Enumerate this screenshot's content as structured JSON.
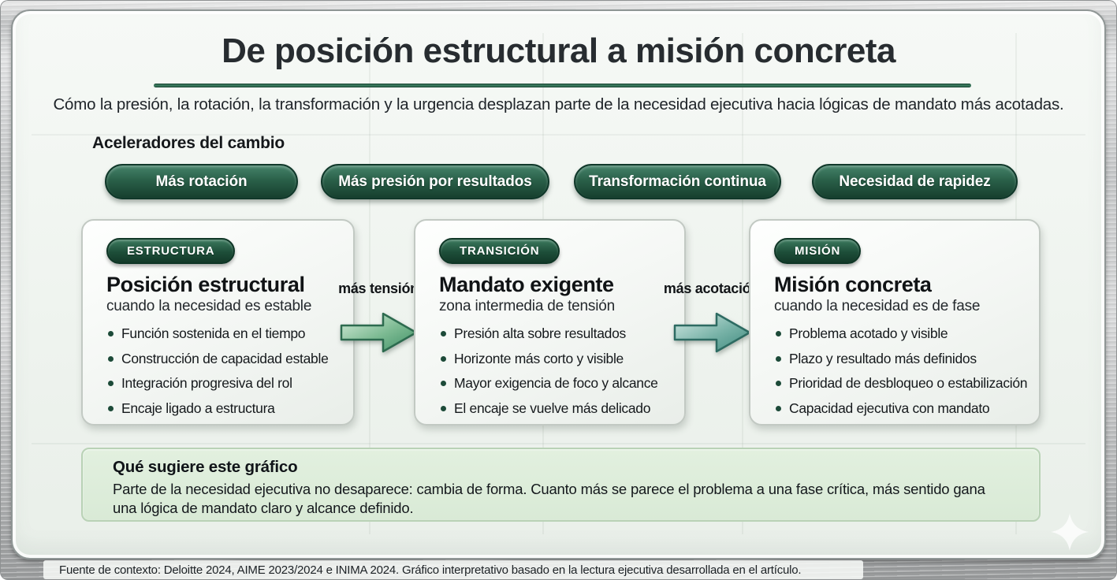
{
  "header": {
    "title": "De posición estructural a misión concreta",
    "subtitle": "Cómo la presión, la rotación, la transformación y la urgencia desplazan parte de la necesidad ejecutiva hacia lógicas de mandato más acotadas."
  },
  "accelerators": {
    "label": "Aceleradores del cambio",
    "pills": [
      "Más rotación",
      "Más presión por resultados",
      "Transformación continua",
      "Necesidad de rapidez"
    ]
  },
  "stages": [
    {
      "badge": "ESTRUCTURA",
      "title": "Posición estructural",
      "subtitle": "cuando la necesidad es estable",
      "bullets": [
        "Función sostenida en el tiempo",
        "Construcción de capacidad estable",
        "Integración progresiva del rol",
        "Encaje ligado a estructura"
      ]
    },
    {
      "badge": "TRANSICIÓN",
      "title": "Mandato exigente",
      "subtitle": "zona intermedia de tensión",
      "bullets": [
        "Presión alta sobre resultados",
        "Horizonte más corto y visible",
        "Mayor exigencia de foco y alcance",
        "El encaje se vuelve más delicado"
      ]
    },
    {
      "badge": "MISIÓN",
      "title": "Misión concreta",
      "subtitle": "cuando la necesidad es de fase",
      "bullets": [
        "Problema acotado y visible",
        "Plazo y resultado más definidos",
        "Prioridad de desbloqueo o estabilización",
        "Capacidad ejecutiva con mandato"
      ]
    }
  ],
  "arrows": [
    {
      "label": "más tensión"
    },
    {
      "label": "más acotación"
    }
  ],
  "insight": {
    "title": "Qué sugiere este gráfico",
    "body": "Parte de la necesidad ejecutiva no desaparece: cambia de forma. Cuanto más se parece el problema a una fase crítica, más sentido gana una lógica de mandato claro y alcance definido."
  },
  "footer": {
    "source": "Fuente de contexto: Deloitte 2024, AIME 2023/2024 e INIMA 2024. Gráfico interpretativo basado en la lectura ejecutiva desarrollada en el artículo."
  },
  "colors": {
    "pill_green_dark": "#163f2e",
    "pill_green": "#2a6049",
    "accent_green": "#3d8263",
    "arrow_green": "#43926a",
    "arrow_teal": "#4b948a",
    "insight_bg": "#dcecd9",
    "frame_metal": "#c6c8c9"
  }
}
